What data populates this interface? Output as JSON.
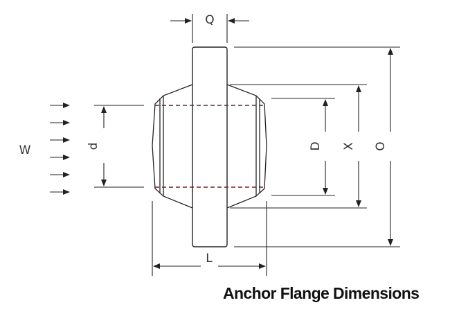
{
  "title": "Anchor Flange Dimensions",
  "labels": {
    "Q": "Q",
    "W": "W",
    "d": "d",
    "D": "D",
    "X": "X",
    "O": "O",
    "L": "L"
  },
  "colors": {
    "outline": "#222222",
    "bore_dash": "#8b1a1a"
  }
}
